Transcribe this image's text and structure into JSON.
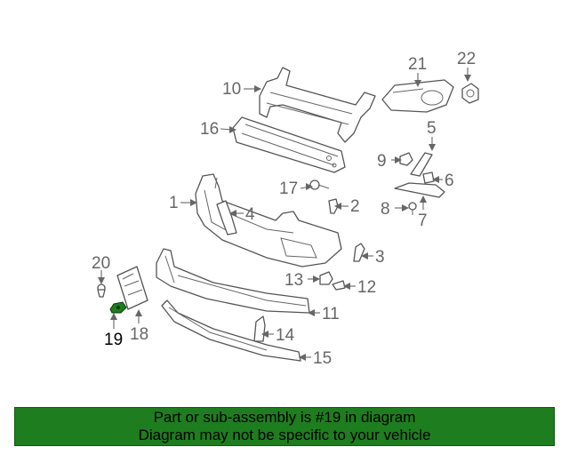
{
  "diagram": {
    "callouts": [
      "1",
      "2",
      "3",
      "4",
      "5",
      "6",
      "7",
      "8",
      "9",
      "10",
      "11",
      "12",
      "13",
      "14",
      "15",
      "16",
      "17",
      "18",
      "19",
      "20",
      "21",
      "22"
    ],
    "highlighted_part": "19",
    "highlight_color": "#1e7d1e",
    "line_color": "#666666"
  },
  "banner": {
    "line1": "Part or sub-assembly is #19 in diagram",
    "line2": "Diagram may not be specific to your vehicle",
    "background": "#1e7d1e"
  }
}
